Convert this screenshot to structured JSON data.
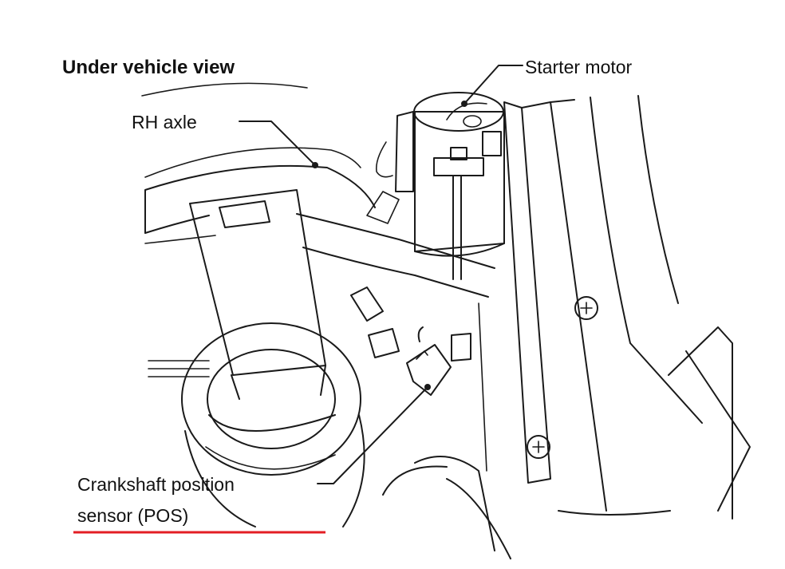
{
  "diagram": {
    "title": "Under vehicle view",
    "labels": {
      "rh_axle": "RH axle",
      "starter_motor": "Starter motor",
      "crankshaft_line1": "Crankshaft position",
      "crankshaft_line2": "sensor (POS)"
    },
    "colors": {
      "starter_fill": "#f1e2b8",
      "sensor_fill": "#f2b400",
      "underline": "#e31e24",
      "line": "#1a1a1a"
    }
  }
}
